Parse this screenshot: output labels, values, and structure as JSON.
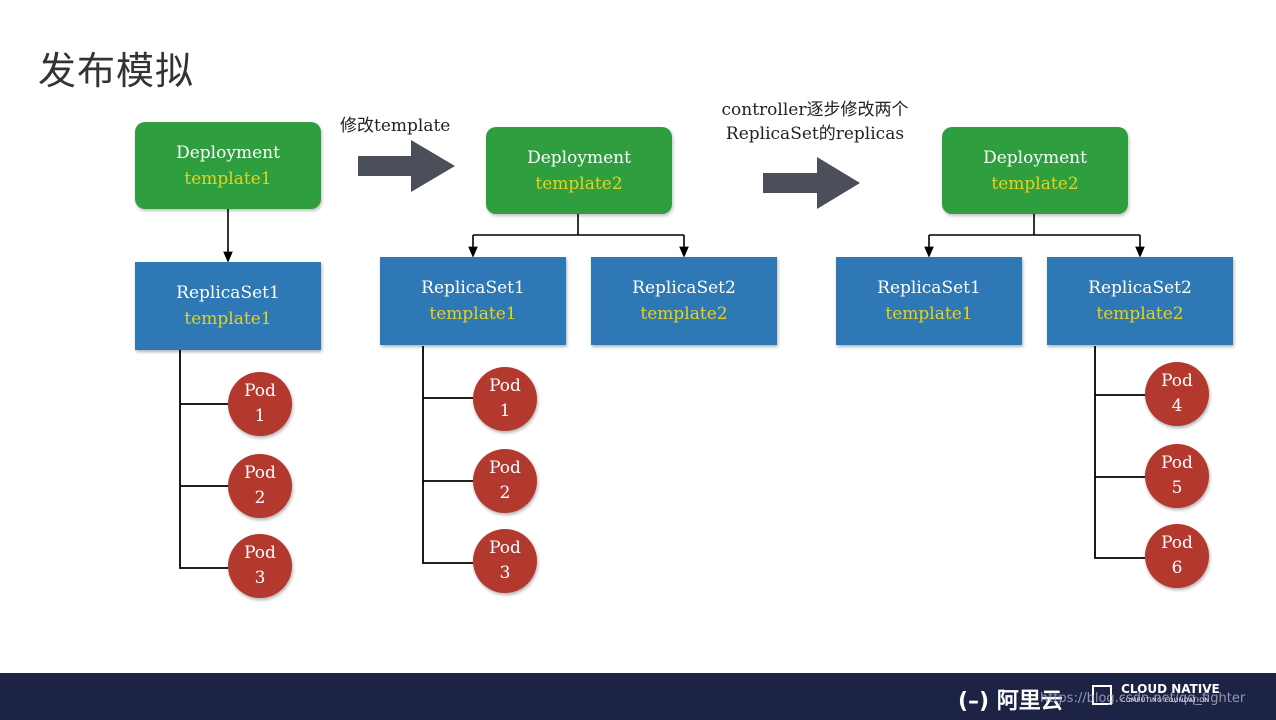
{
  "title": "发布模拟",
  "step_labels": {
    "modify": "修改template",
    "controller_line1": "controller逐步修改两个",
    "controller_line2": "ReplicaSet的replicas"
  },
  "stage1": {
    "deployment": {
      "name": "Deployment",
      "template": "template1"
    },
    "replicasets": [
      {
        "name": "ReplicaSet1",
        "template": "template1",
        "pods": [
          [
            "Pod",
            "1"
          ],
          [
            "Pod",
            "2"
          ],
          [
            "Pod",
            "3"
          ]
        ]
      }
    ]
  },
  "stage2": {
    "deployment": {
      "name": "Deployment",
      "template": "template2"
    },
    "replicasets": [
      {
        "name": "ReplicaSet1",
        "template": "template1",
        "pods": [
          [
            "Pod",
            "1"
          ],
          [
            "Pod",
            "2"
          ],
          [
            "Pod",
            "3"
          ]
        ]
      },
      {
        "name": "ReplicaSet2",
        "template": "template2",
        "pods": []
      }
    ]
  },
  "stage3": {
    "deployment": {
      "name": "Deployment",
      "template": "template2"
    },
    "replicasets": [
      {
        "name": "ReplicaSet1",
        "template": "template1",
        "pods": []
      },
      {
        "name": "ReplicaSet2",
        "template": "template2",
        "pods": [
          [
            "Pod",
            "4"
          ],
          [
            "Pod",
            "5"
          ],
          [
            "Pod",
            "6"
          ]
        ]
      }
    ]
  },
  "footer": {
    "aliyun": "阿里云",
    "cncf_main": "CLOUD NATIVE",
    "cncf_sub": "COMPUTING FOUNDATION",
    "watermark": "https://blog.csdn.net/qq_fighter"
  },
  "colors": {
    "deployment": "#2e9e3f",
    "replicaset": "#2e78b5",
    "pod": "#b3382d",
    "template_text": "#e6d21f",
    "arrow": "#4a4f59",
    "footer": "#1c2345"
  }
}
